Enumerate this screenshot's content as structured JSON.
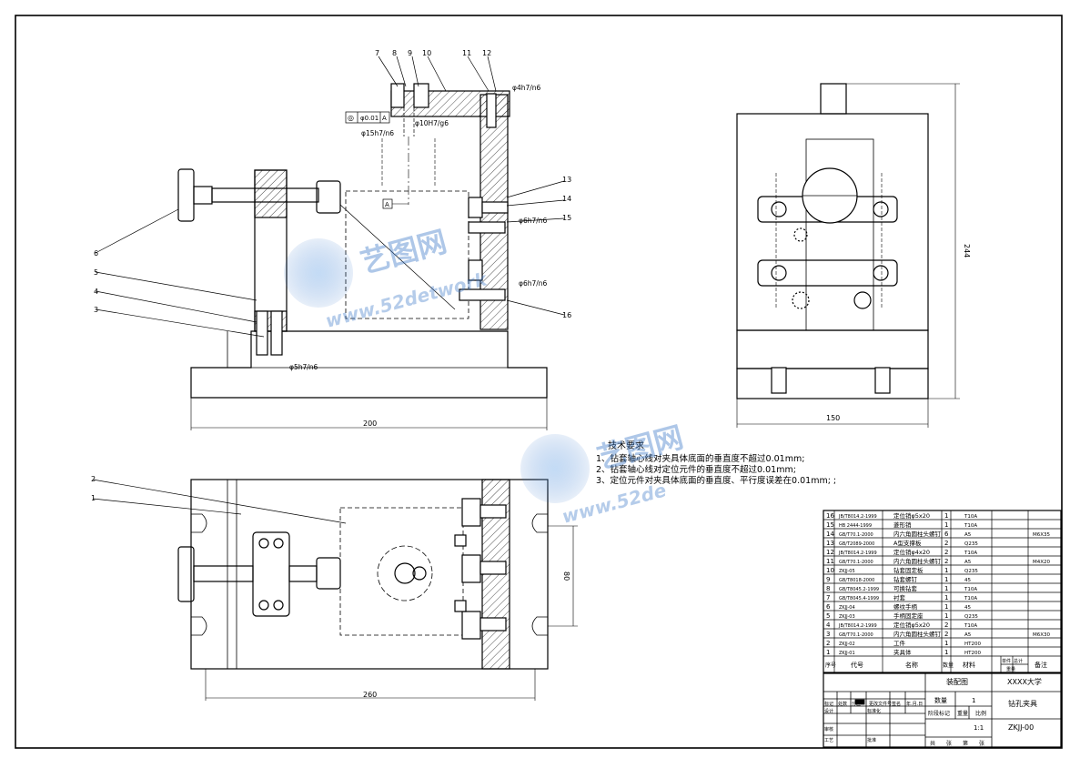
{
  "balloons": [
    "1",
    "2",
    "3",
    "4",
    "5",
    "6",
    "7",
    "8",
    "9",
    "10",
    "11",
    "12",
    "13",
    "14",
    "15",
    "16"
  ],
  "fits": {
    "f1": "φ4h7/n6",
    "f2": "φ10H7/g6",
    "f3": "φ15h7/n6",
    "f4": "φ6h7/n6",
    "f5": "φ6h7/n6",
    "f6": "φ5h7/n6"
  },
  "tolerance": {
    "symbol": "◎",
    "value": "φ0.01",
    "datum": "A"
  },
  "datum_marker": "A",
  "dims": {
    "front_w": "200",
    "side_w": "150",
    "side_h": "244",
    "top_w": "260",
    "top_h": "80"
  },
  "watermark": {
    "cn": "艺图网",
    "en": "www.52detwork",
    "en2": "www.52de"
  },
  "tech": {
    "title": "技术要求",
    "lines": [
      "1、钻套轴心线对夹具体底面的垂直度不超过0.01mm;",
      "2、钻套轴心线对定位元件的垂直度不超过0.01mm;",
      "3、定位元件对夹具体底面的垂直度、平行度误差在0.01mm; ;"
    ]
  },
  "bom": [
    {
      "no": "16",
      "code": "JB/T8014.2-1999",
      "name": "定位销φ5x20",
      "qty": "1",
      "mat": "T10A",
      "note": ""
    },
    {
      "no": "15",
      "code": "HB 2444-1999",
      "name": "菱形销",
      "qty": "1",
      "mat": "T10A",
      "note": ""
    },
    {
      "no": "14",
      "code": "GB/T70.1-2000",
      "name": "内六角圆柱头螺钉",
      "qty": "6",
      "mat": "A5",
      "note": "M6X35"
    },
    {
      "no": "13",
      "code": "GB/T2089-2000",
      "name": "A型支撑板",
      "qty": "2",
      "mat": "Q235",
      "note": ""
    },
    {
      "no": "12",
      "code": "JB/T8014.2-1999",
      "name": "定位销φ4x20",
      "qty": "2",
      "mat": "T10A",
      "note": ""
    },
    {
      "no": "11",
      "code": "GB/T70.1-2000",
      "name": "内六角圆柱头螺钉",
      "qty": "2",
      "mat": "A5",
      "note": "M4X20"
    },
    {
      "no": "10",
      "code": "ZKJJ-05",
      "name": "钻套固定板",
      "qty": "1",
      "mat": "Q235",
      "note": ""
    },
    {
      "no": "9",
      "code": "GB/T8018-2000",
      "name": "钻套螺钉",
      "qty": "1",
      "mat": "45",
      "note": ""
    },
    {
      "no": "8",
      "code": "GB/T8045.2-1999",
      "name": "可换钻套",
      "qty": "1",
      "mat": "T10A",
      "note": ""
    },
    {
      "no": "7",
      "code": "GB/T8045.4-1999",
      "name": "衬套",
      "qty": "1",
      "mat": "T10A",
      "note": ""
    },
    {
      "no": "6",
      "code": "ZKJJ-04",
      "name": "螺纹手柄",
      "qty": "1",
      "mat": "45",
      "note": ""
    },
    {
      "no": "5",
      "code": "ZKJJ-03",
      "name": "手柄固定座",
      "qty": "1",
      "mat": "Q235",
      "note": ""
    },
    {
      "no": "4",
      "code": "JB/T8014.2-1999",
      "name": "定位销φ5x20",
      "qty": "2",
      "mat": "T10A",
      "note": ""
    },
    {
      "no": "3",
      "code": "GB/T70.1-2000",
      "name": "内六角圆柱头螺钉",
      "qty": "2",
      "mat": "A5",
      "note": "M6X30"
    },
    {
      "no": "2",
      "code": "ZKJJ-02",
      "name": "工件",
      "qty": "1",
      "mat": "HT200",
      "note": ""
    },
    {
      "no": "1",
      "code": "ZKJJ-01",
      "name": "夹具体",
      "qty": "1",
      "mat": "HT200",
      "note": ""
    }
  ],
  "bom_header": {
    "no": "序号",
    "code": "代号",
    "name": "名称",
    "qty": "数量",
    "mat": "材料",
    "unit_w": "单件",
    "total_w": "总计",
    "weight": "重量",
    "note": "备注"
  },
  "title_block": {
    "drawing_label": "装配图",
    "school": "XXXX大学",
    "qty_label": "数量",
    "qty": "1",
    "name": "钻孔夹具",
    "stage": "阶段标记",
    "weight": "重量",
    "scale_label": "比例",
    "scale": "1:1",
    "code": "ZKJJ-00",
    "rows": [
      "标记",
      "处数",
      "分区",
      "更改文件号",
      "签名",
      "年.月.日",
      "设计",
      "标准化",
      "审核",
      "工艺",
      "批准"
    ],
    "sheet_row": [
      "共",
      "张",
      "第",
      "张"
    ]
  }
}
